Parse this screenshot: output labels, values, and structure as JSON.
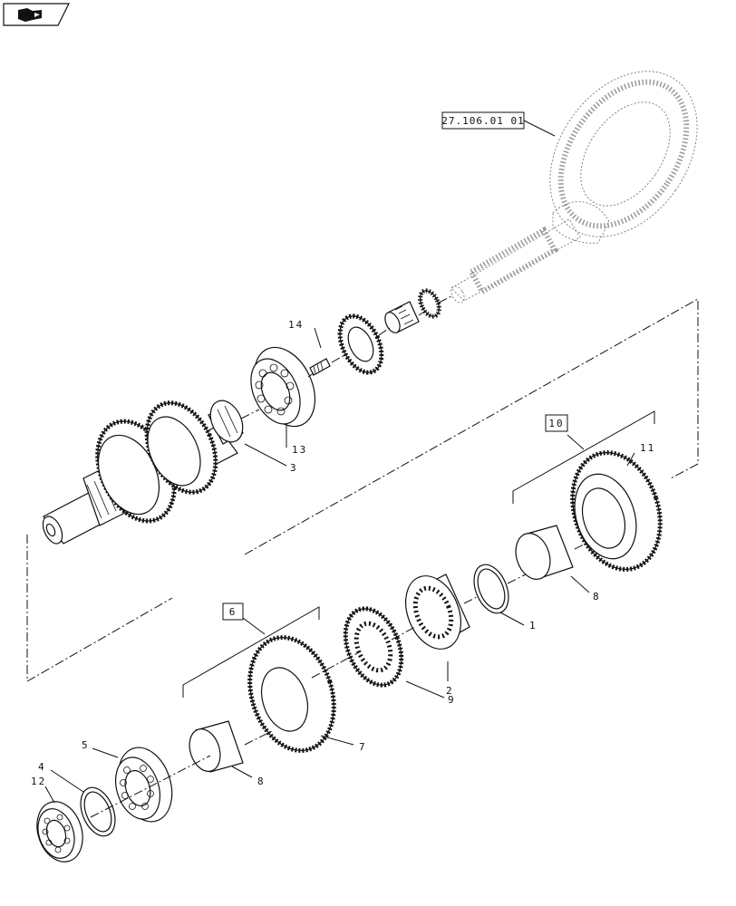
{
  "nav": {
    "icon": "back-arrow-icon"
  },
  "reference": {
    "text": "27.106.01 01"
  },
  "callouts": {
    "c1": "1",
    "c2": "2",
    "c3": "3",
    "c4": "4",
    "c5": "5",
    "c6": "6",
    "c7": "7",
    "c8a": "8",
    "c8b": "8",
    "c9": "9",
    "c10": "10",
    "c11": "11",
    "c12": "12",
    "c13": "13",
    "c14": "14"
  }
}
